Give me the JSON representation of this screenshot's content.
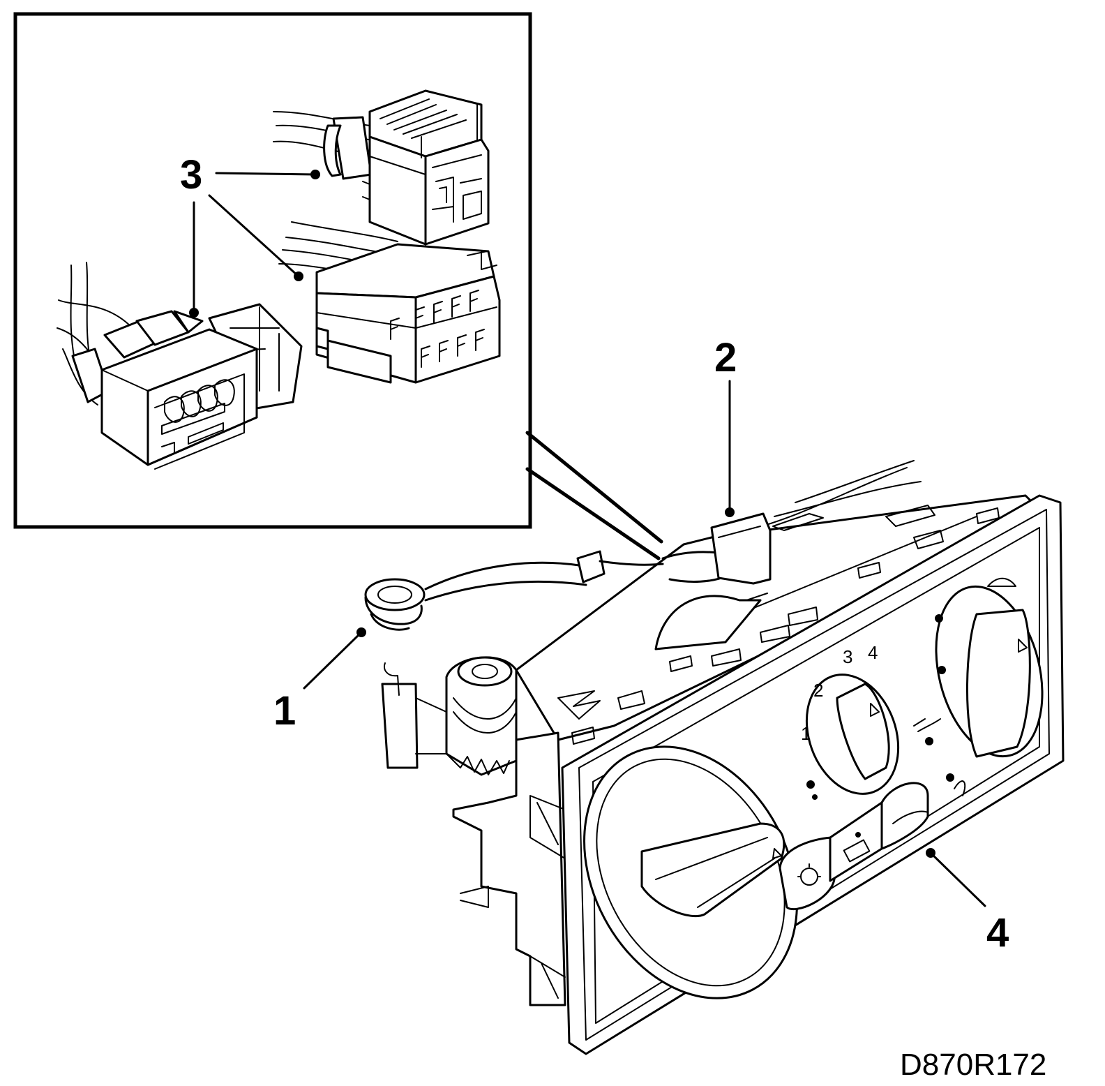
{
  "callouts": {
    "c1": "1",
    "c2": "2",
    "c3a": "3",
    "c3b": "3",
    "c4": "4"
  },
  "fan_dial_labels": [
    "1",
    "2",
    "3",
    "4"
  ],
  "figure_reference": "D870R172"
}
